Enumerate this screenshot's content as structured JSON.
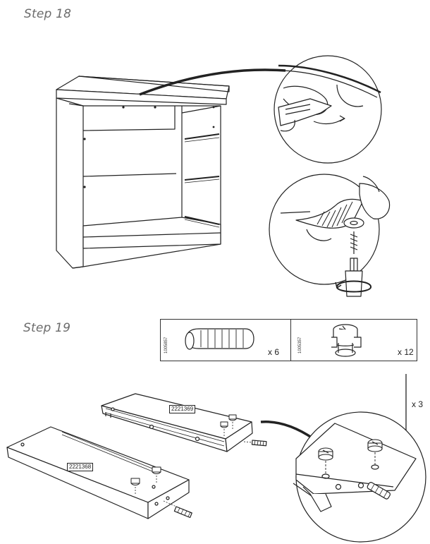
{
  "steps": {
    "step18_label": "Step 18",
    "step19_label": "Step 19"
  },
  "parts": [
    {
      "code": "1005857",
      "name": "wooden dowel",
      "qty": "x 6"
    },
    {
      "code": "1005357",
      "name": "cam lock fitting",
      "qty": "x 12"
    }
  ],
  "boards": {
    "upper_code": "2221369",
    "lower_code": "2221368"
  },
  "repeat": {
    "label": "x 3"
  },
  "icons": [
    "cabinet-illustration",
    "knife-cut-detail-icon",
    "screw-washer-detail-icon",
    "dowel-icon",
    "cam-lock-icon",
    "shelf-board-illustration",
    "detail-zoom-icon"
  ]
}
